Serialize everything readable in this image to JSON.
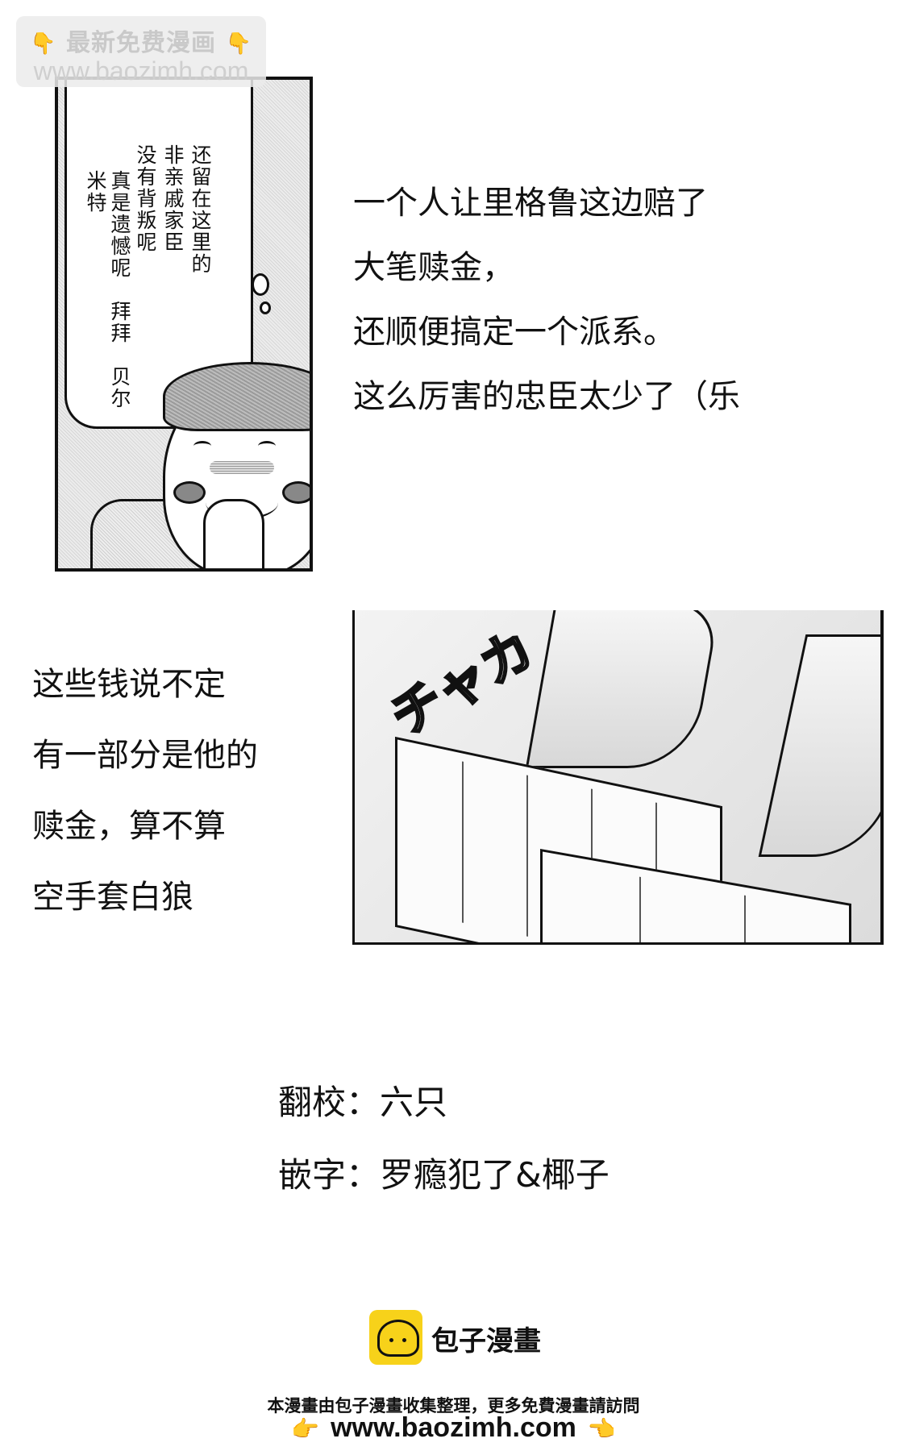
{
  "watermark": {
    "line1": "最新免费漫画",
    "line2": "www.baozimh.com",
    "hand_icon": "👇",
    "hand_color": "#f5b82e"
  },
  "panel1": {
    "bubble_columns": [
      "还留在这里的",
      "非亲戚家臣",
      "没有背叛呢",
      "真是遗憾呢　拜拜　贝尔米特"
    ]
  },
  "commentary1": {
    "lines": [
      "一个人让里格鲁这边赔了",
      "大笔赎金，",
      "还顺便搞定一个派系。",
      "这么厉害的忠臣太少了（乐"
    ]
  },
  "commentary2": {
    "lines": [
      "这些钱说不定",
      "有一部分是他的",
      "赎金，算不算",
      "空手套白狼"
    ]
  },
  "panel2": {
    "sfx": "チャカ"
  },
  "credits": {
    "translate_label": "翻校：",
    "translate_value": "六只",
    "typeset_label": "嵌字：",
    "typeset_value": "罗瘾犯了&椰子"
  },
  "footer": {
    "logo_text": "包子漫畫",
    "logo_color": "#f7d21a",
    "notice": "本漫畫由包子漫畫收集整理，更多免費漫畫請訪問",
    "url": "www.baozimh.com",
    "hand_left": "👉",
    "hand_right": "👈"
  }
}
